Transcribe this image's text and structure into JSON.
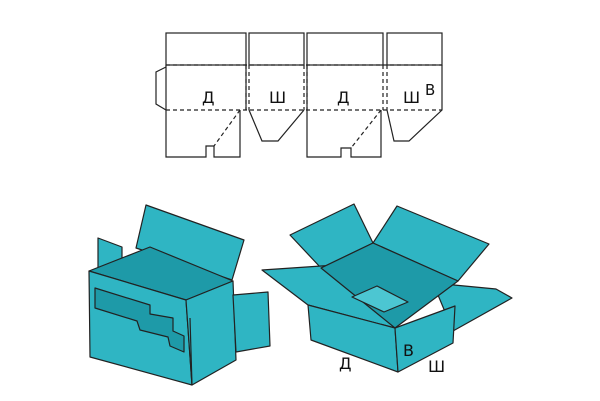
{
  "labels": {
    "length": "Д",
    "width": "Ш",
    "height": "В"
  },
  "colors": {
    "outline": "#222222",
    "box_fill": "#2FB5C3",
    "box_dark": "#1E9AA8",
    "box_light": "#4CC6D2",
    "background": "#ffffff"
  }
}
